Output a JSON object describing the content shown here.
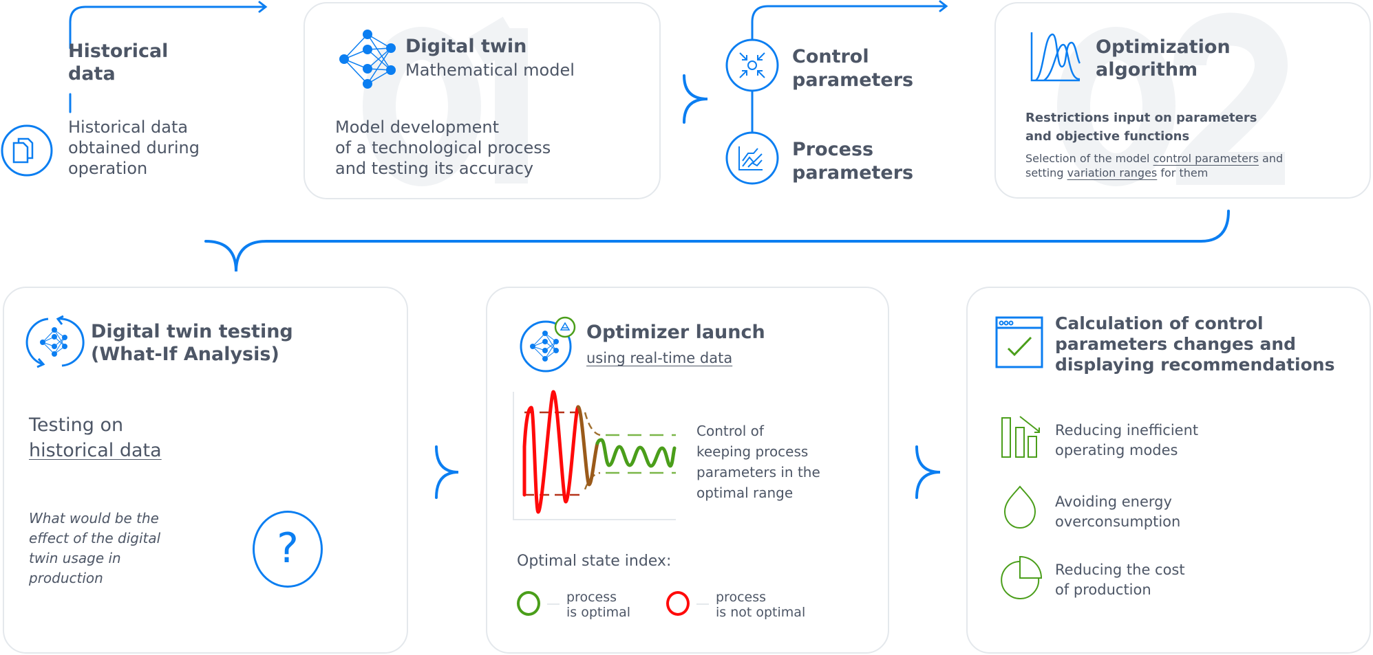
{
  "colors": {
    "blue": "#0b7ef1",
    "green": "#4a9e1a",
    "red": "#ff0a0a",
    "text": "#4d5666",
    "card_border": "#e4e8ec"
  },
  "historical": {
    "title": "Historical\ndata",
    "description": "Historical data\nobtained during\noperation",
    "icon": "documents-icon"
  },
  "digital_twin": {
    "number": "01",
    "title": "Digital twin",
    "subtitle": "Mathematical model",
    "description": "Model development\nof a technological process\nand testing its accuracy",
    "icon": "neural-network-icon"
  },
  "parameters": {
    "control": "Control\nparameters",
    "process": "Process\nparameters"
  },
  "optimization": {
    "number": "02",
    "title": "Optimization\nalgorithm",
    "restrictions": "Restrictions input on parameters\nand objective functions",
    "selection_prefix": "Selection of the model ",
    "selection_link1": "control parameters",
    "selection_mid": " and",
    "selection_line2_prefix": "setting ",
    "selection_link2": "variation ranges",
    "selection_suffix": " for them"
  },
  "testing": {
    "title": "Digital twin testing\n(What-If Analysis)",
    "testing_on": "Testing on",
    "testing_link": "historical data",
    "question": "What would be the\neffect of the digital\ntwin usage in\nproduction",
    "question_mark": "?"
  },
  "optimizer": {
    "title": "Optimizer launch",
    "subtitle": "using real-time data",
    "chart_caption": "Control of\nkeeping process\nparameters in the\noptimal range",
    "index_title": "Optimal state index:",
    "legend": [
      {
        "label": "process\nis optimal",
        "color": "#4a9e1a"
      },
      {
        "label": "process\nis not optimal",
        "color": "#ff0a0a"
      }
    ]
  },
  "recommendations": {
    "title": "Calculation of control\nparameters changes and\ndisplaying recommendations",
    "items": [
      {
        "label": "Reducing inefficient\noperating modes",
        "icon": "bar-chart-down-icon"
      },
      {
        "label": "Avoiding energy\noverconsumption",
        "icon": "drop-icon"
      },
      {
        "label": "Reducing the cost\nof production",
        "icon": "pie-chart-icon"
      }
    ]
  }
}
